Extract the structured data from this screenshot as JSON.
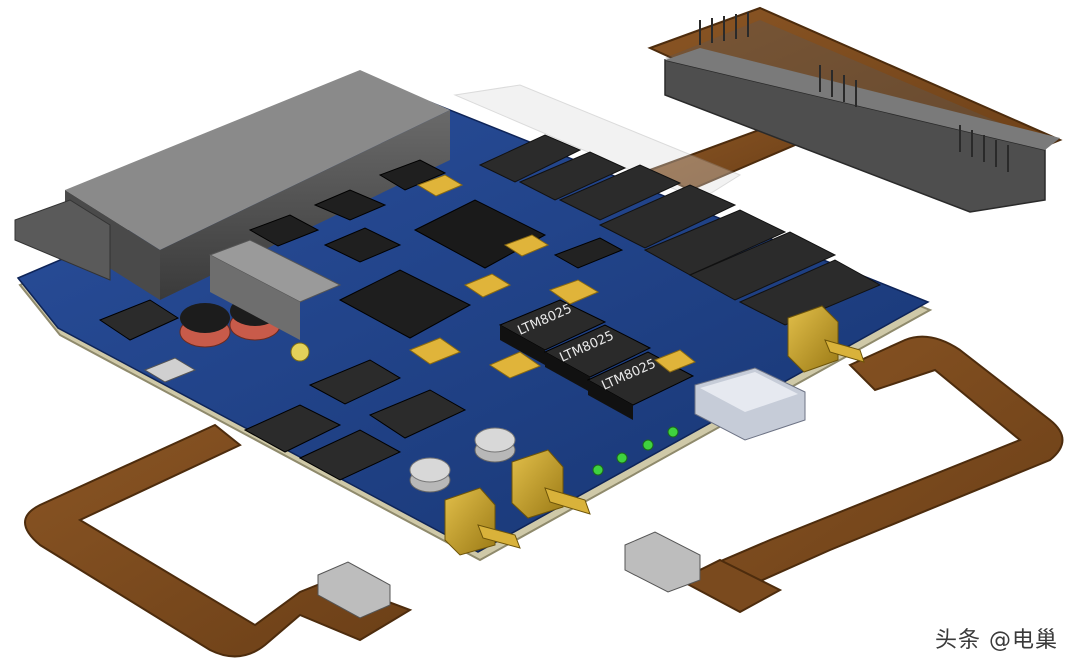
{
  "watermark": {
    "text": "头条 @电巢"
  },
  "board": {
    "component_markings": [
      {
        "text": "LTM8025"
      },
      {
        "text": "LTM8025"
      },
      {
        "text": "LTM8025"
      }
    ]
  },
  "colors": {
    "pcb": "#1d3f86",
    "pcb_edge": "#c9c3a3",
    "flex": "#7a4a1e",
    "connector_gray": "#5b5b5b",
    "gold": "#c9a227",
    "led_green": "#3fd23f"
  }
}
